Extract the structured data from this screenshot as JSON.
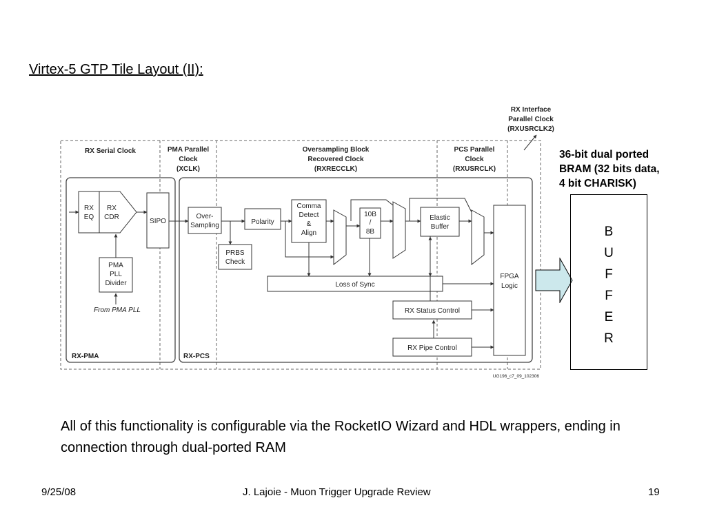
{
  "slide": {
    "title": "Virtex-5 GTP Tile Layout (II):",
    "body_text": "All of this functionality is configurable via the RocketIO Wizard and HDL wrappers, ending in connection through dual-ported RAM",
    "bram_note": [
      "36-bit dual ported",
      "BRAM (32 bits data,",
      "4 bit CHARISK)"
    ],
    "buffer_letters": [
      "B",
      "U",
      "F",
      "F",
      "E",
      "R"
    ],
    "arrow_color": "#cce8ec"
  },
  "footer": {
    "date": "9/25/08",
    "center": "J. Lajoie - Muon Trigger Upgrade Review",
    "page": "19"
  },
  "diagram": {
    "clock_domains": {
      "rx_serial": "RX Serial Clock",
      "pma_parallel": [
        "PMA Parallel",
        "Clock",
        "(XCLK)"
      ],
      "oversampling": [
        "Oversampling Block",
        "Recovered Clock",
        "(RXRECCLK)"
      ],
      "pcs_parallel": [
        "PCS Parallel",
        "Clock",
        "(RXUSRCLK)"
      ],
      "rx_interface": [
        "RX Interface",
        "Parallel Clock",
        "(RXUSRCLK2)"
      ]
    },
    "blocks": {
      "rx_eq": [
        "RX",
        "EQ"
      ],
      "rx_cdr": [
        "RX",
        "CDR"
      ],
      "sipo": "SIPO",
      "pma_pll_divider": [
        "PMA",
        "PLL",
        "Divider"
      ],
      "from_pma_pll": "From PMA PLL",
      "oversampling": [
        "Over-",
        "Sampling"
      ],
      "polarity": "Polarity",
      "prbs_check": [
        "PRBS",
        "Check"
      ],
      "comma_detect": [
        "Comma",
        "Detect",
        "&",
        "Align"
      ],
      "decoder": [
        "10B",
        "/",
        "8B"
      ],
      "elastic_buffer": [
        "Elastic",
        "Buffer"
      ],
      "loss_of_sync": "Loss of Sync",
      "rx_status_control": "RX Status Control",
      "rx_pipe_control": "RX Pipe Control",
      "fpga_logic": [
        "FPGA",
        "Logic"
      ]
    },
    "sections": {
      "rx_pma": "RX-PMA",
      "rx_pcs": "RX-PCS"
    },
    "figure_id": "UG196_c7_09_102306"
  }
}
